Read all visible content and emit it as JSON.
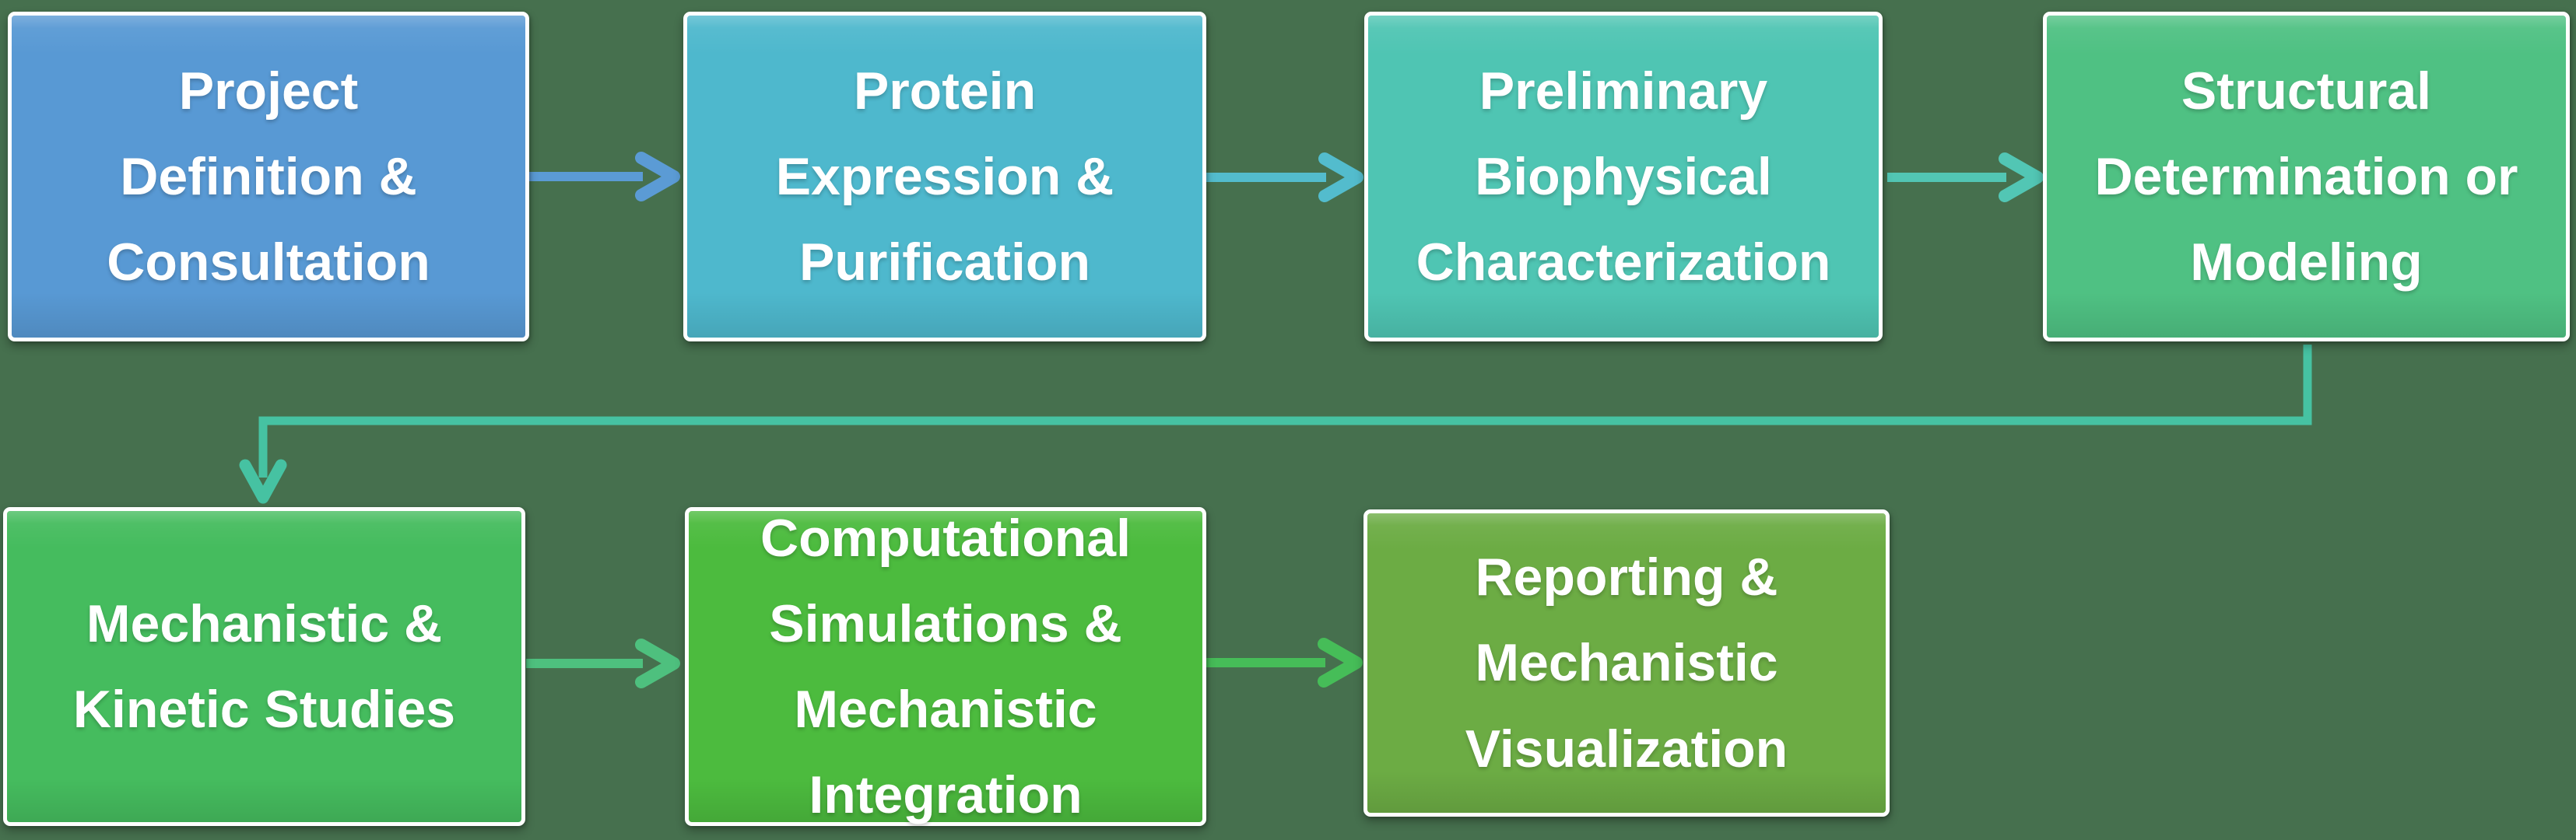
{
  "diagram": {
    "background_color": "#46704E",
    "text_color": "#FFFFFF",
    "border_color": "#FFFFFF",
    "nodes": [
      {
        "id": "project-definition",
        "label": "Project\nDefinition &\nConsultation",
        "color": "#5899D4",
        "row": 1
      },
      {
        "id": "protein-expression",
        "label": "Protein\nExpression &\nPurification",
        "color": "#4EB8CD",
        "row": 1
      },
      {
        "id": "preliminary-biophysical",
        "label": "Preliminary\nBiophysical\nCharacterization",
        "color": "#4FC5B3",
        "row": 1
      },
      {
        "id": "structural-determination",
        "label": "Structural\nDetermination or\nModeling",
        "color": "#4FC183",
        "row": 1
      },
      {
        "id": "mechanistic-kinetic",
        "label": "Mechanistic &\nKinetic Studies",
        "color": "#45BC5E",
        "row": 2
      },
      {
        "id": "computational-simulations",
        "label": "Computational\nSimulations &\nMechanistic\nIntegration",
        "color": "#4CBB3E",
        "row": 2
      },
      {
        "id": "reporting-visualization",
        "label": "Reporting &\nMechanistic\nVisualization",
        "color": "#6CAC44",
        "row": 2
      }
    ],
    "connectors": [
      {
        "from": "project-definition",
        "to": "protein-expression",
        "color": "#5B9BD5",
        "type": "straight-right"
      },
      {
        "from": "protein-expression",
        "to": "preliminary-biophysical",
        "color": "#53BCCD",
        "type": "straight-right"
      },
      {
        "from": "preliminary-biophysical",
        "to": "structural-determination",
        "color": "#52C6B4",
        "type": "straight-right"
      },
      {
        "from": "structural-determination",
        "to": "mechanistic-kinetic",
        "color": "#46C2A2",
        "type": "elbow-down"
      },
      {
        "from": "mechanistic-kinetic",
        "to": "computational-simulations",
        "color": "#4EC07E",
        "type": "straight-right"
      },
      {
        "from": "computational-simulations",
        "to": "reporting-visualization",
        "color": "#46BD58",
        "type": "straight-right"
      }
    ]
  }
}
